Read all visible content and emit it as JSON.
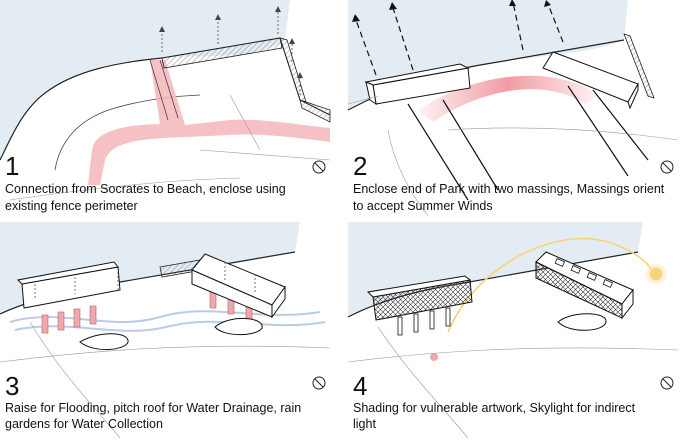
{
  "panels": [
    {
      "number": "1",
      "caption_line1": "Connection from Socrates to Beach, enclose using",
      "caption_line2": "existing fence perimeter"
    },
    {
      "number": "2",
      "caption_line1": "Enclose end of Park with two massings, Massings orient",
      "caption_line2": "to accept Summer Winds"
    },
    {
      "number": "3",
      "caption_line1": "Raise for Flooding, pitch roof for Water Drainage, rain",
      "caption_line2": "gardens for Water Collection"
    },
    {
      "number": "4",
      "caption_line1": "Shading for vulnerable artwork, Skylight for indirect",
      "caption_line2": "light"
    }
  ],
  "icons": {
    "north_arrow": "north-arrow-icon",
    "wind_arrow": "wind-arrow-icon",
    "sun": "sun-icon"
  },
  "colors": {
    "water": "#e4ecf3",
    "path_highlight": "#f4b6bb",
    "wind_gradient": "#ee8a93",
    "flood_water": "#b8cde3",
    "sun_glow": "#f6d27a",
    "outline": "#222222"
  }
}
